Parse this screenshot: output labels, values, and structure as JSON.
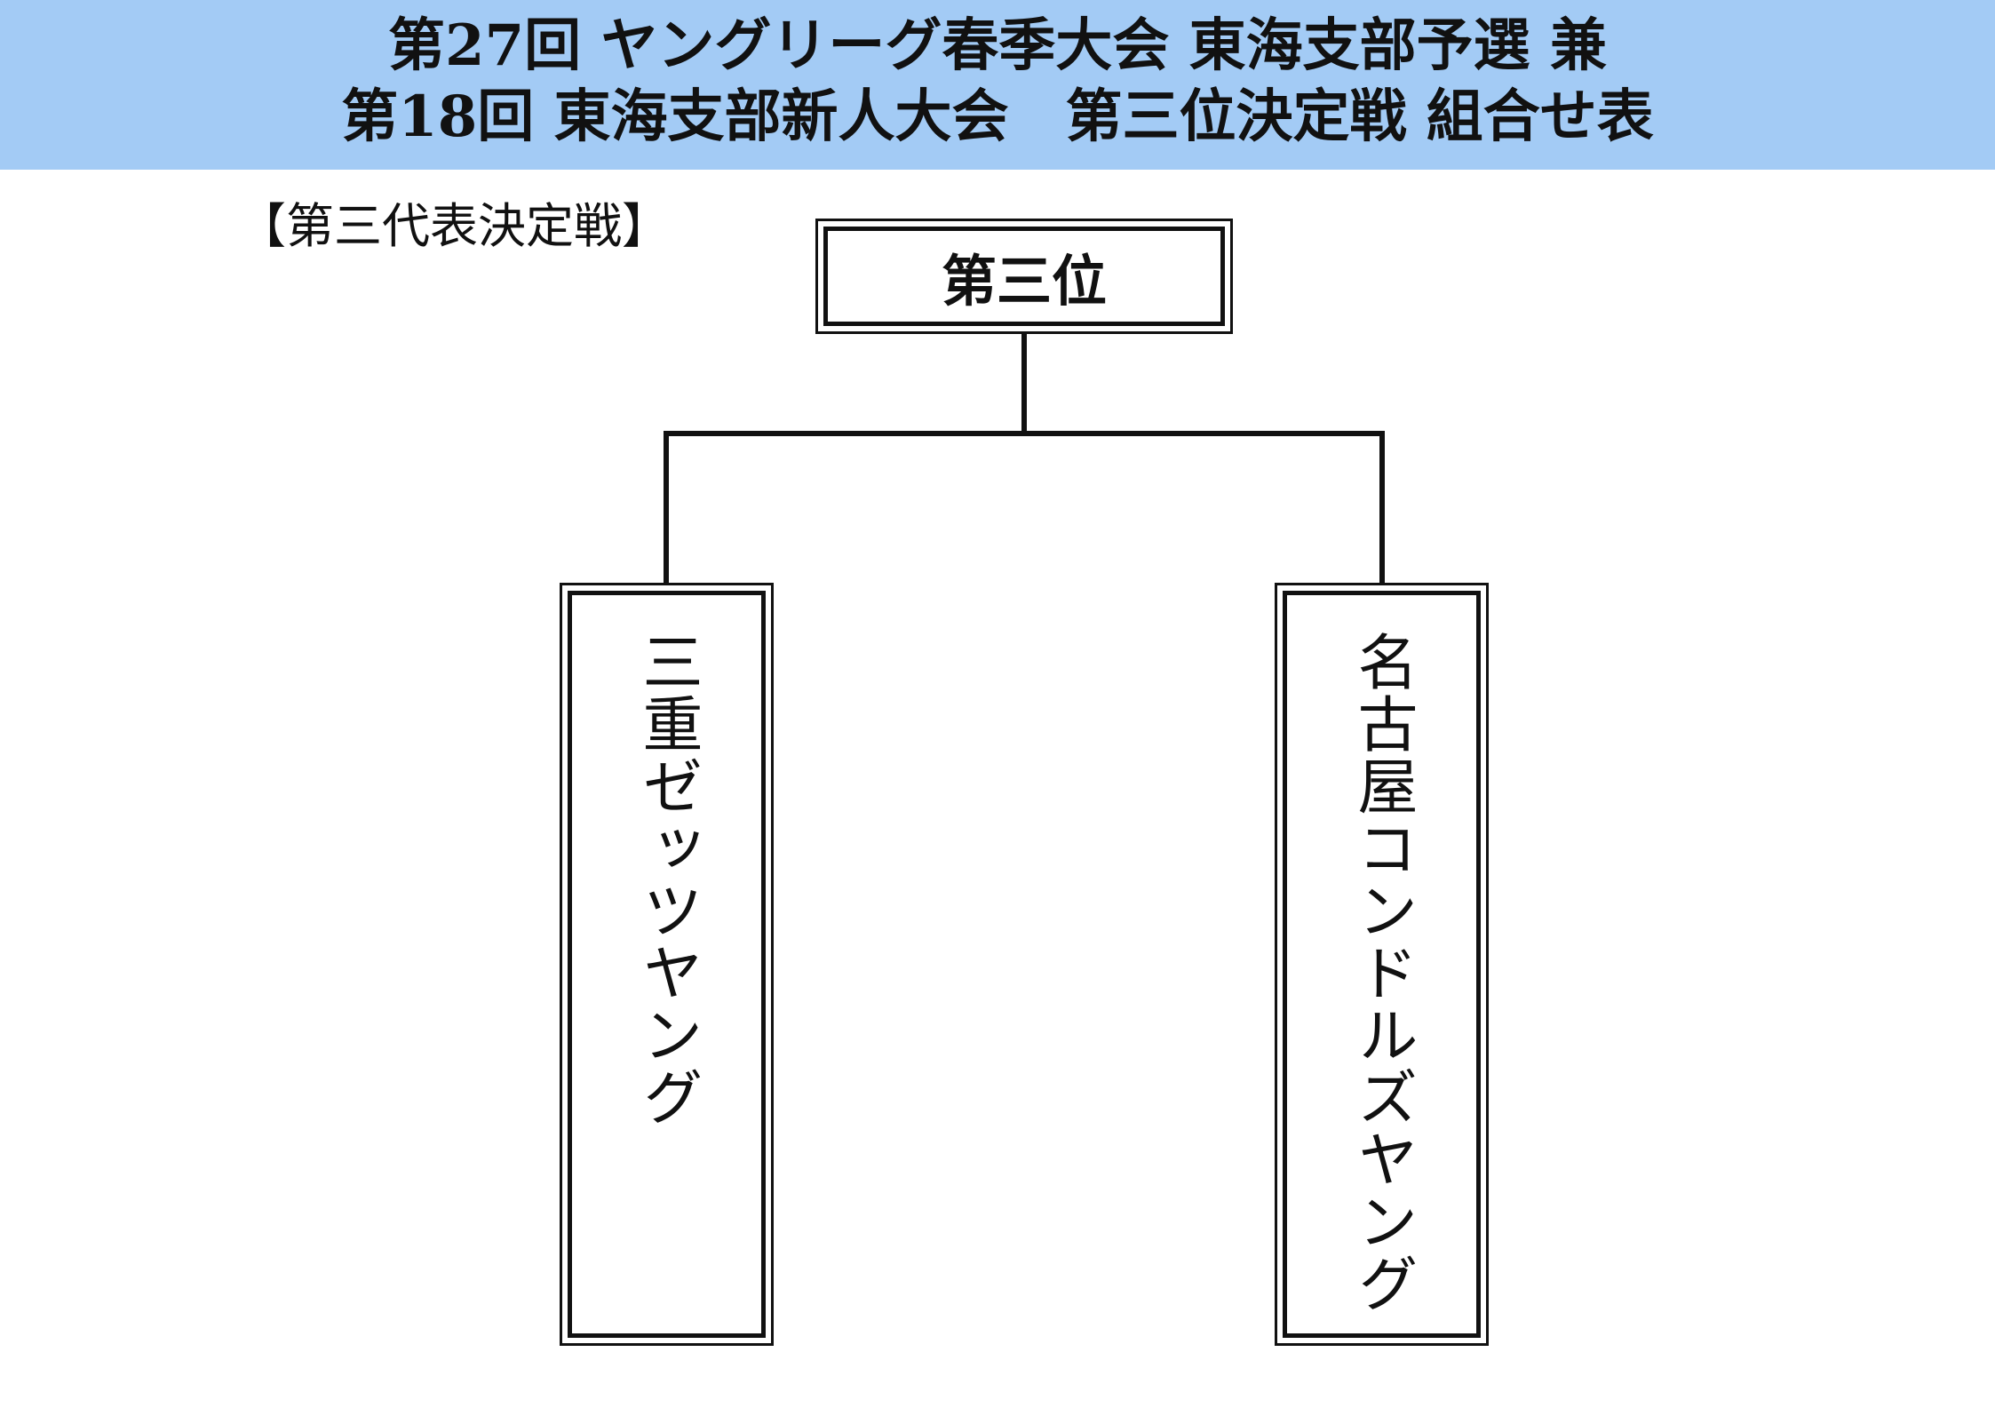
{
  "header": {
    "line1": "第27回 ヤングリーグ春季大会 東海支部予選 兼",
    "line2": "第18回 東海支部新人大会　第三位決定戦 組合せ表",
    "background_color": "#a3cbf5"
  },
  "section_label": "【第三代表決定戦】",
  "bracket": {
    "winner_label": "第三位",
    "teams": [
      "三重ゼッツヤング",
      "名古屋コンドルズヤング"
    ]
  }
}
